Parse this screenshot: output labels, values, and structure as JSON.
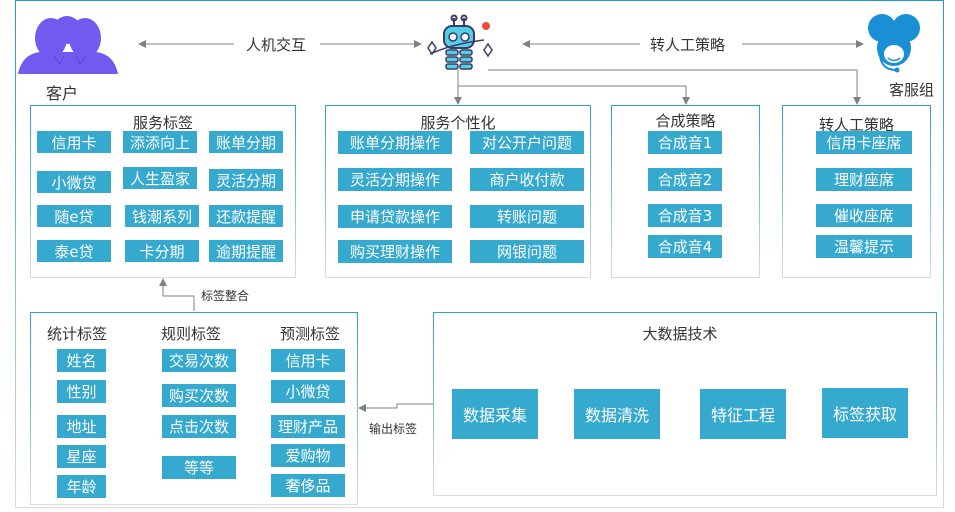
{
  "colors": {
    "tag_bg": "#36a9cf",
    "tag_text": "#ffffff",
    "customer_icon": "#7259f0",
    "agent_icon": "#1a8fd6",
    "robot_body": "#4fd1ea",
    "robot_outline": "#3f3a63",
    "robot_accent": "#f04a3b",
    "connector": "#808080",
    "border_top": "#1f9bc7",
    "border_bottom": "#dcdcdc"
  },
  "actors": {
    "customer": {
      "label": "客户",
      "icon": "users-group-icon"
    },
    "robot": {
      "icon": "robot-icon"
    },
    "agents": {
      "label": "客服组",
      "icon": "headset-agents-icon"
    }
  },
  "connectors": {
    "human_machine": "人机交互",
    "transfer_strategy": "转人工策略",
    "tag_integration": "标签整合",
    "output_tags": "输出标签"
  },
  "service_tags": {
    "title": "服务标签",
    "items": [
      "信用卡",
      "添添向上",
      "账单分期",
      "小微贷",
      "人生盈家",
      "灵活分期",
      "随e贷",
      "钱潮系列",
      "还款提醒",
      "泰e贷",
      "卡分期",
      "逾期提醒"
    ]
  },
  "service_personalization": {
    "title": "服务个性化",
    "items": [
      "账单分期操作",
      "对公开户问题",
      "灵活分期操作",
      "商户收付款",
      "申请贷款操作",
      "转账问题",
      "购买理财操作",
      "网银问题"
    ]
  },
  "synthesis_strategy": {
    "title": "合成策略",
    "items": [
      "合成音1",
      "合成音2",
      "合成音3",
      "合成音4"
    ]
  },
  "transfer_strategy_box": {
    "title": "转人工策略",
    "items": [
      "信用卡座席",
      "理财座席",
      "催收座席",
      "温馨提示"
    ]
  },
  "tag_library": {
    "columns": [
      {
        "title": "统计标签",
        "items": [
          "姓名",
          "性别",
          "地址",
          "星座",
          "年龄"
        ]
      },
      {
        "title": "规则标签",
        "items": [
          "交易次数",
          "购买次数",
          "点击次数",
          "等等"
        ]
      },
      {
        "title": "预测标签",
        "items": [
          "信用卡",
          "小微贷",
          "理财产品",
          "爱购物",
          "奢侈品"
        ]
      }
    ]
  },
  "big_data": {
    "title": "大数据技术",
    "steps": [
      "数据采集",
      "数据清洗",
      "特征工程",
      "标签获取"
    ]
  }
}
